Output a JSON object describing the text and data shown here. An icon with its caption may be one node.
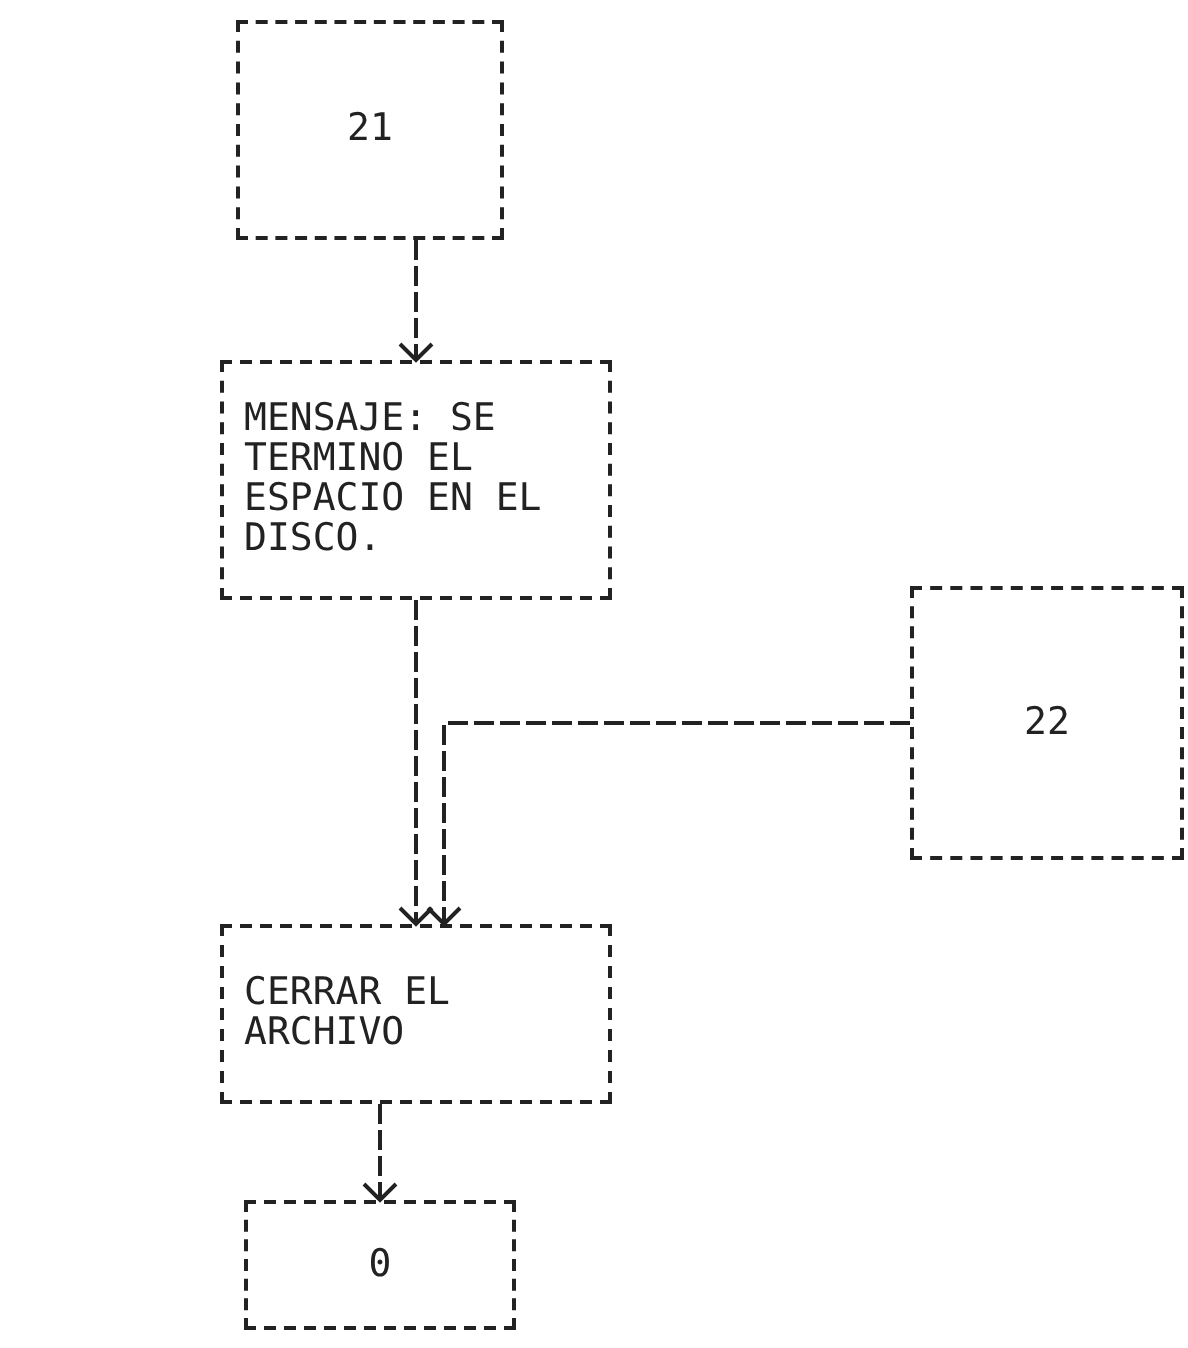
{
  "diagram": {
    "nodes": [
      {
        "text": [
          "21"
        ]
      },
      {
        "text": [
          "MENSAJE: SE TERMINO EL ESPACIO EN EL DISCO."
        ]
      },
      {
        "text": [
          "22"
        ]
      },
      {
        "text": [
          "CERRAR EL ARCHIVO"
        ]
      },
      {
        "text": [
          "0"
        ]
      }
    ],
    "edges": [
      {
        "from": 0,
        "to": 1,
        "arrow": "to"
      },
      {
        "from": 1,
        "to": 3,
        "arrow": "to"
      },
      {
        "from": 2,
        "to": 3,
        "arrow": "to"
      },
      {
        "from": 3,
        "to": 4,
        "arrow": "to"
      }
    ]
  }
}
